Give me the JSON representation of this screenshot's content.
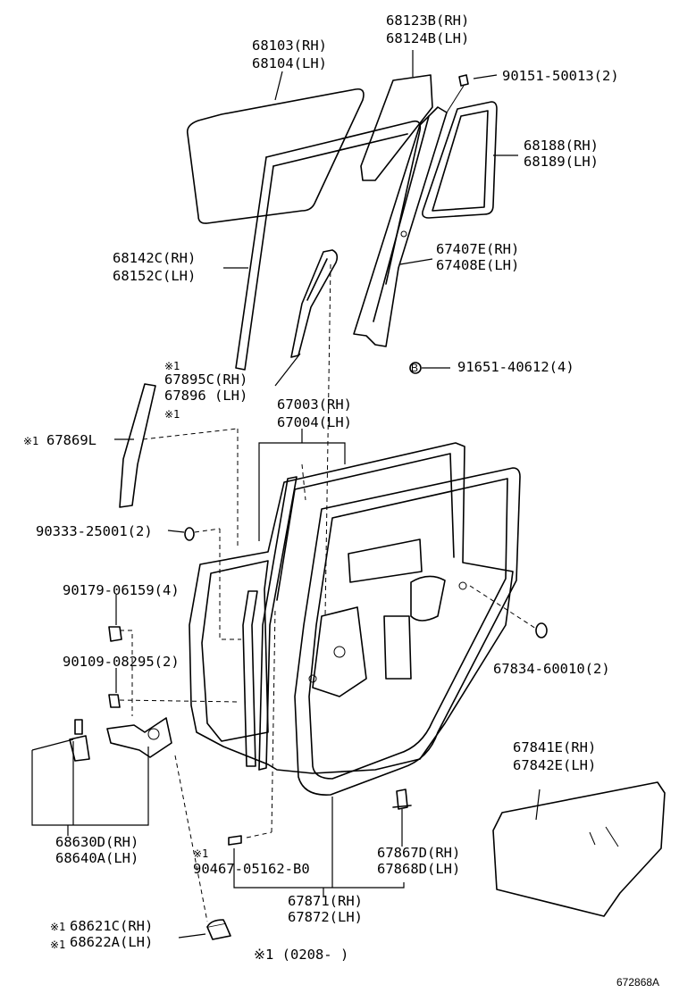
{
  "labels": {
    "l68103": "68103(RH)",
    "l68104": "68104(LH)",
    "l68123b": "68123B(RH)",
    "l68124b": "68124B(LH)",
    "l90151": "90151-50013(2)",
    "l68188": "68188(RH)",
    "l68189": "68189(LH)",
    "l68142c": "68142C(RH)",
    "l68152c": "68152C(LH)",
    "l67407e": "67407E(RH)",
    "l67408e": "67408E(LH)",
    "l91651": "91651-40612(4)",
    "mark_67895": "※1",
    "l67895c": "67895C(RH)",
    "l67896": "67896  (LH)",
    "mark_67896": "※1",
    "l67003": "67003(RH)",
    "l67004": "67004(LH)",
    "mark_67869": "※1",
    "l67869l": "67869L",
    "l90333": "90333-25001(2)",
    "l90179": "90179-06159(4)",
    "l90109": "90109-08295(2)",
    "l67834": "67834-60010(2)",
    "l67841e": "67841E(RH)",
    "l67842e": "67842E(LH)",
    "l68630d": "68630D(RH)",
    "l68640a": "68640A(LH)",
    "mark_90467": "※1",
    "l90467": "90467-05162-B0",
    "l67867d": "67867D(RH)",
    "l67868d": "67868D(LH)",
    "l67871": "67871(RH)",
    "l67872": "67872(LH)",
    "mark_68621": "※1",
    "l68621c": "68621C(RH)",
    "mark_68622": "※1",
    "l68622a": "68622A(LH)",
    "footnote": "※1 (0208-      )",
    "bolt_b": "B",
    "diagram_code": "672868A"
  },
  "colors": {
    "line": "#000000",
    "background": "#ffffff"
  }
}
